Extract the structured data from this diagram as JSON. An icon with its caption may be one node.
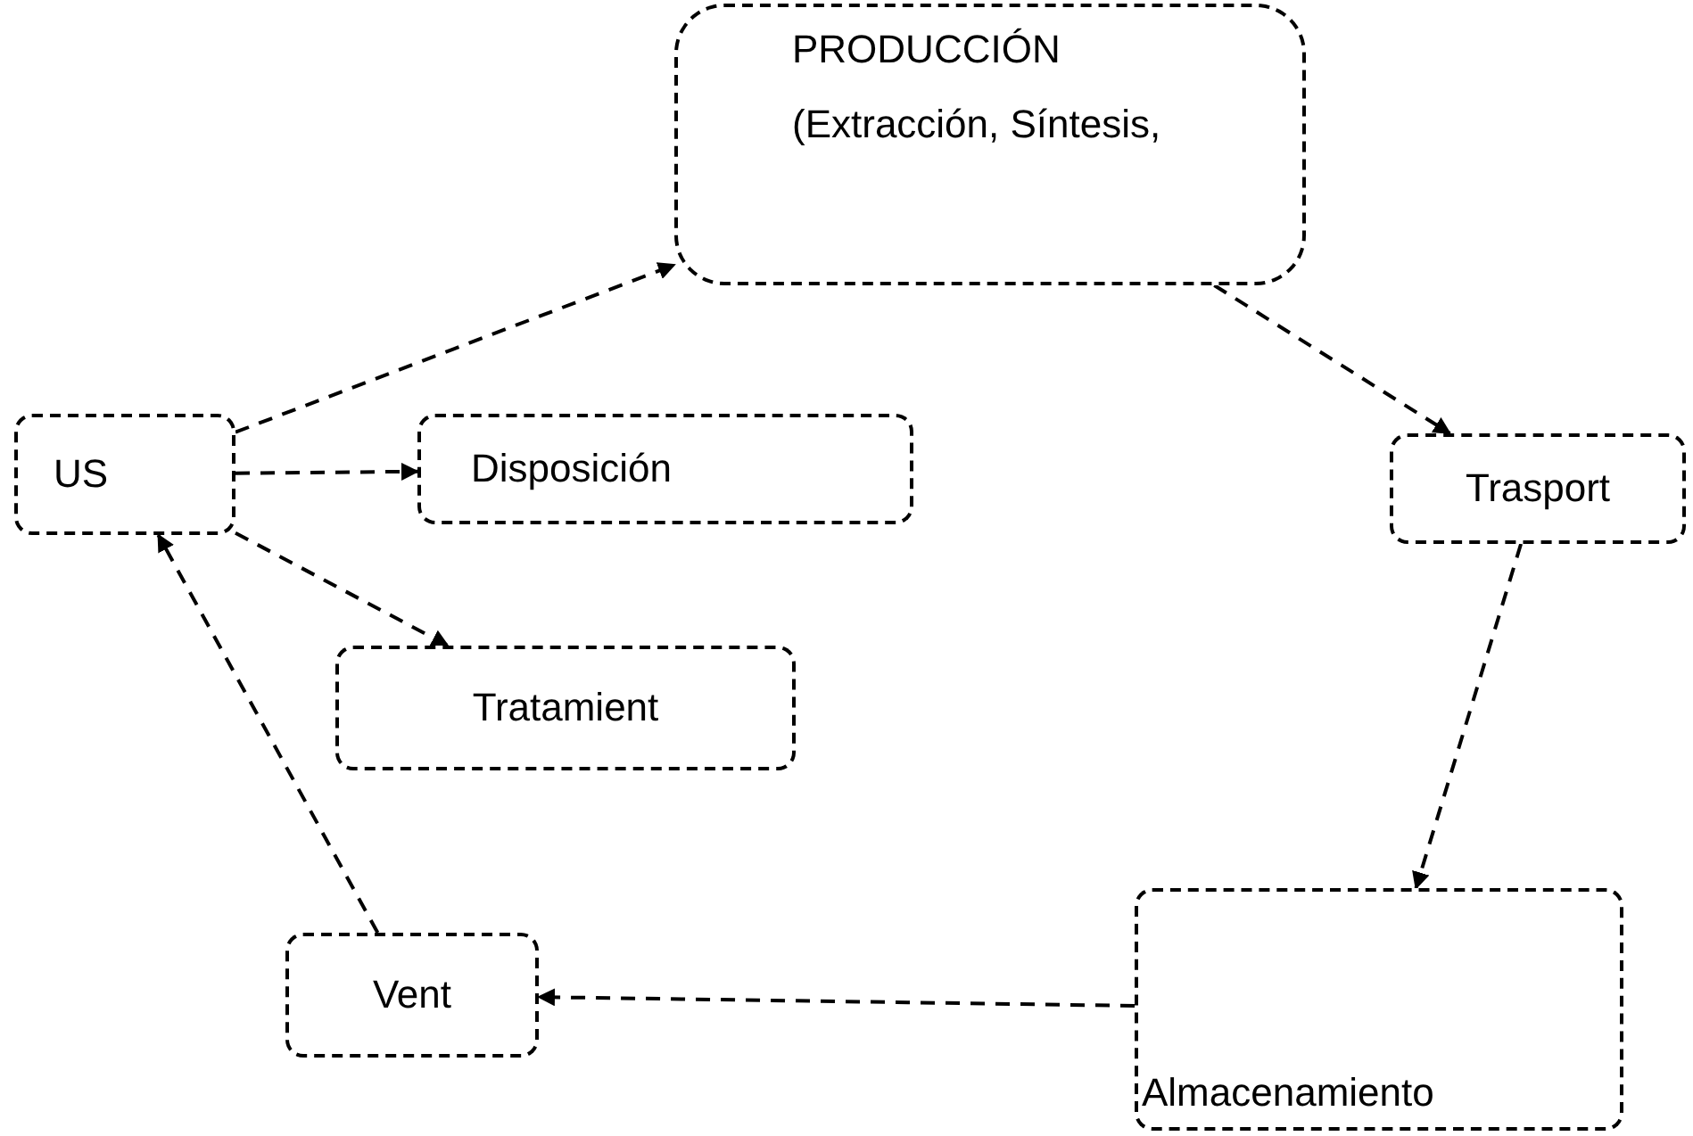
{
  "diagram": {
    "nodes": [
      {
        "text": [
          "PRODUCCIÓN",
          "(Extracción, Síntesis,"
        ]
      },
      {
        "text": [
          "Trasport"
        ]
      },
      {
        "text": [
          "Almacenamiento"
        ]
      },
      {
        "text": [
          "Vent"
        ]
      },
      {
        "text": [
          "US"
        ]
      },
      {
        "text": [
          "Disposición"
        ]
      },
      {
        "text": [
          "Tratamient"
        ]
      }
    ],
    "edges": [
      {
        "from": 4,
        "to": 0,
        "arrow": "to",
        "style": "dashed"
      },
      {
        "from": 0,
        "to": 1,
        "arrow": "to",
        "style": "dashed"
      },
      {
        "from": 1,
        "to": 2,
        "arrow": "to",
        "style": "dashed"
      },
      {
        "from": 2,
        "to": 3,
        "arrow": "to",
        "style": "dashed"
      },
      {
        "from": 3,
        "to": 4,
        "arrow": "to",
        "style": "dashed"
      },
      {
        "from": 4,
        "to": 5,
        "arrow": "to",
        "style": "dashed"
      },
      {
        "from": 4,
        "to": 6,
        "arrow": "to",
        "style": "dashed"
      }
    ]
  }
}
